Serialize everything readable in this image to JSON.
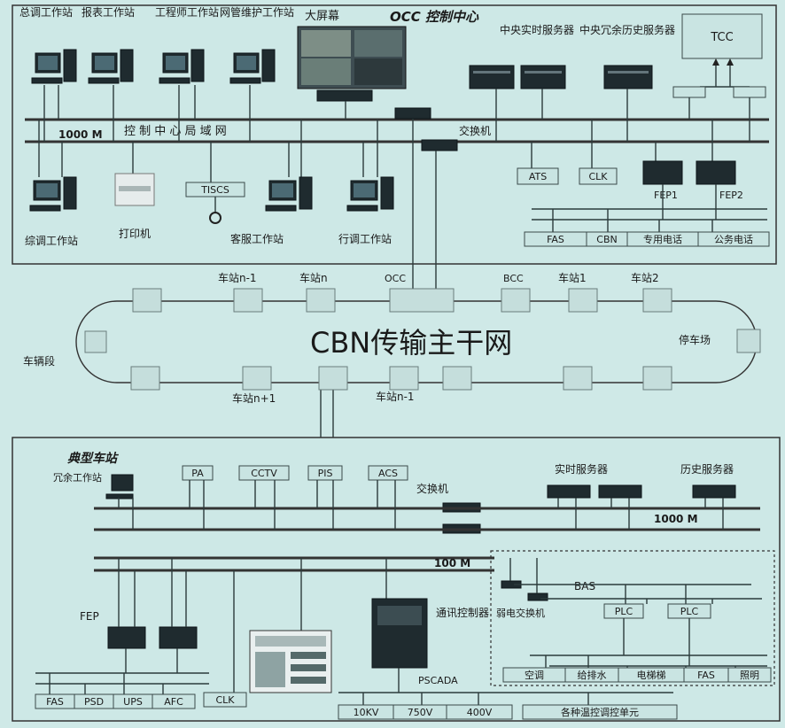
{
  "occ": {
    "title": "OCC 控制中心",
    "ws_top": [
      "总调工作站",
      "报表工作站",
      "工程师工作站",
      "网管维护工作站"
    ],
    "big_screen": "大屏幕",
    "rt_server": "中央实时服务器",
    "hist_server": "中央冗余历史服务器",
    "tcc": "TCC",
    "network_speed": "1000 M",
    "network_name": "控 制 中 心   局 域 网",
    "switch": "交换机",
    "ws_bottom": [
      "综调工作站",
      "打印机",
      "客服工作站",
      "行调工作站"
    ],
    "tiscs": "TISCS",
    "ats": "ATS",
    "clk": "CLK",
    "fep1": "FEP1",
    "fep2": "FEP2",
    "bottom_boxes": [
      "FAS",
      "CBN",
      "专用电话",
      "公务电话"
    ]
  },
  "ring": {
    "title": "CBN传输主干网",
    "top_labels": [
      "车站n-1",
      "车站n",
      "OCC",
      "BCC",
      "车站1",
      "车站2"
    ],
    "left_label": "车辆段",
    "right_label": "停车场",
    "bottom_labels": [
      "车站n+1",
      "车站n-1"
    ]
  },
  "station": {
    "title": "典型车站",
    "redundant_ws": "冗余工作站",
    "subsystems": [
      "PA",
      "CCTV",
      "PIS",
      "ACS"
    ],
    "switch": "交换机",
    "rt_server": "实时服务器",
    "hist_server": "历史服务器",
    "speed_top": "1000 M",
    "speed_mid": "100 M",
    "bas": "BAS",
    "fep": "FEP",
    "comm_ctrl": "通讯控制器",
    "weak_switch": "弱电交换机",
    "plc": [
      "PLC",
      "PLC"
    ],
    "clk": "CLK",
    "pscada": "PSCADA",
    "left_boxes": [
      "FAS",
      "PSD",
      "UPS",
      "AFC"
    ],
    "power_boxes": [
      "10KV",
      "750V",
      "400V"
    ],
    "control_units": "各种温控调控单元",
    "bas_boxes": [
      "空调",
      "给排水",
      "电梯梯",
      "FAS",
      "照明"
    ]
  }
}
